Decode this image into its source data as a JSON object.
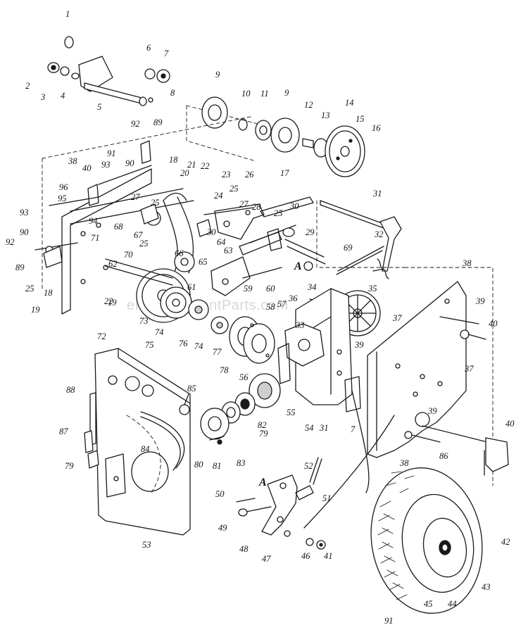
{
  "diagram": {
    "watermark": "eReplacementParts.com",
    "section_letter": "A",
    "callouts": [
      "1",
      "2",
      "3",
      "4",
      "5",
      "6",
      "7",
      "8",
      "9",
      "10",
      "11",
      "9",
      "12",
      "13",
      "14",
      "15",
      "16",
      "17",
      "89",
      "92",
      "91",
      "90",
      "93",
      "38",
      "40",
      "96",
      "95",
      "94",
      "93",
      "18",
      "19",
      "21",
      "20",
      "22",
      "23",
      "24",
      "25",
      "26",
      "27",
      "28",
      "25",
      "25",
      "29",
      "30",
      "31",
      "32",
      "69",
      "68",
      "67",
      "25",
      "70",
      "71",
      "62",
      "63",
      "64",
      "65",
      "66",
      "61",
      "60",
      "59",
      "58",
      "57",
      "33",
      "34",
      "36",
      "35",
      "37",
      "38",
      "39",
      "40",
      "37",
      "19",
      "18",
      "22",
      "72",
      "73",
      "74",
      "75",
      "76",
      "74",
      "77",
      "78",
      "56",
      "55",
      "54",
      "31",
      "39",
      "7",
      "39",
      "40",
      "38",
      "86",
      "88",
      "85",
      "87",
      "84",
      "79",
      "80",
      "79",
      "82",
      "81",
      "83",
      "53",
      "52",
      "51",
      "50",
      "49",
      "48",
      "47",
      "46",
      "41",
      "42",
      "43",
      "44",
      "45",
      "91",
      "92",
      "90",
      "89",
      "25",
      "27",
      "30"
    ]
  }
}
